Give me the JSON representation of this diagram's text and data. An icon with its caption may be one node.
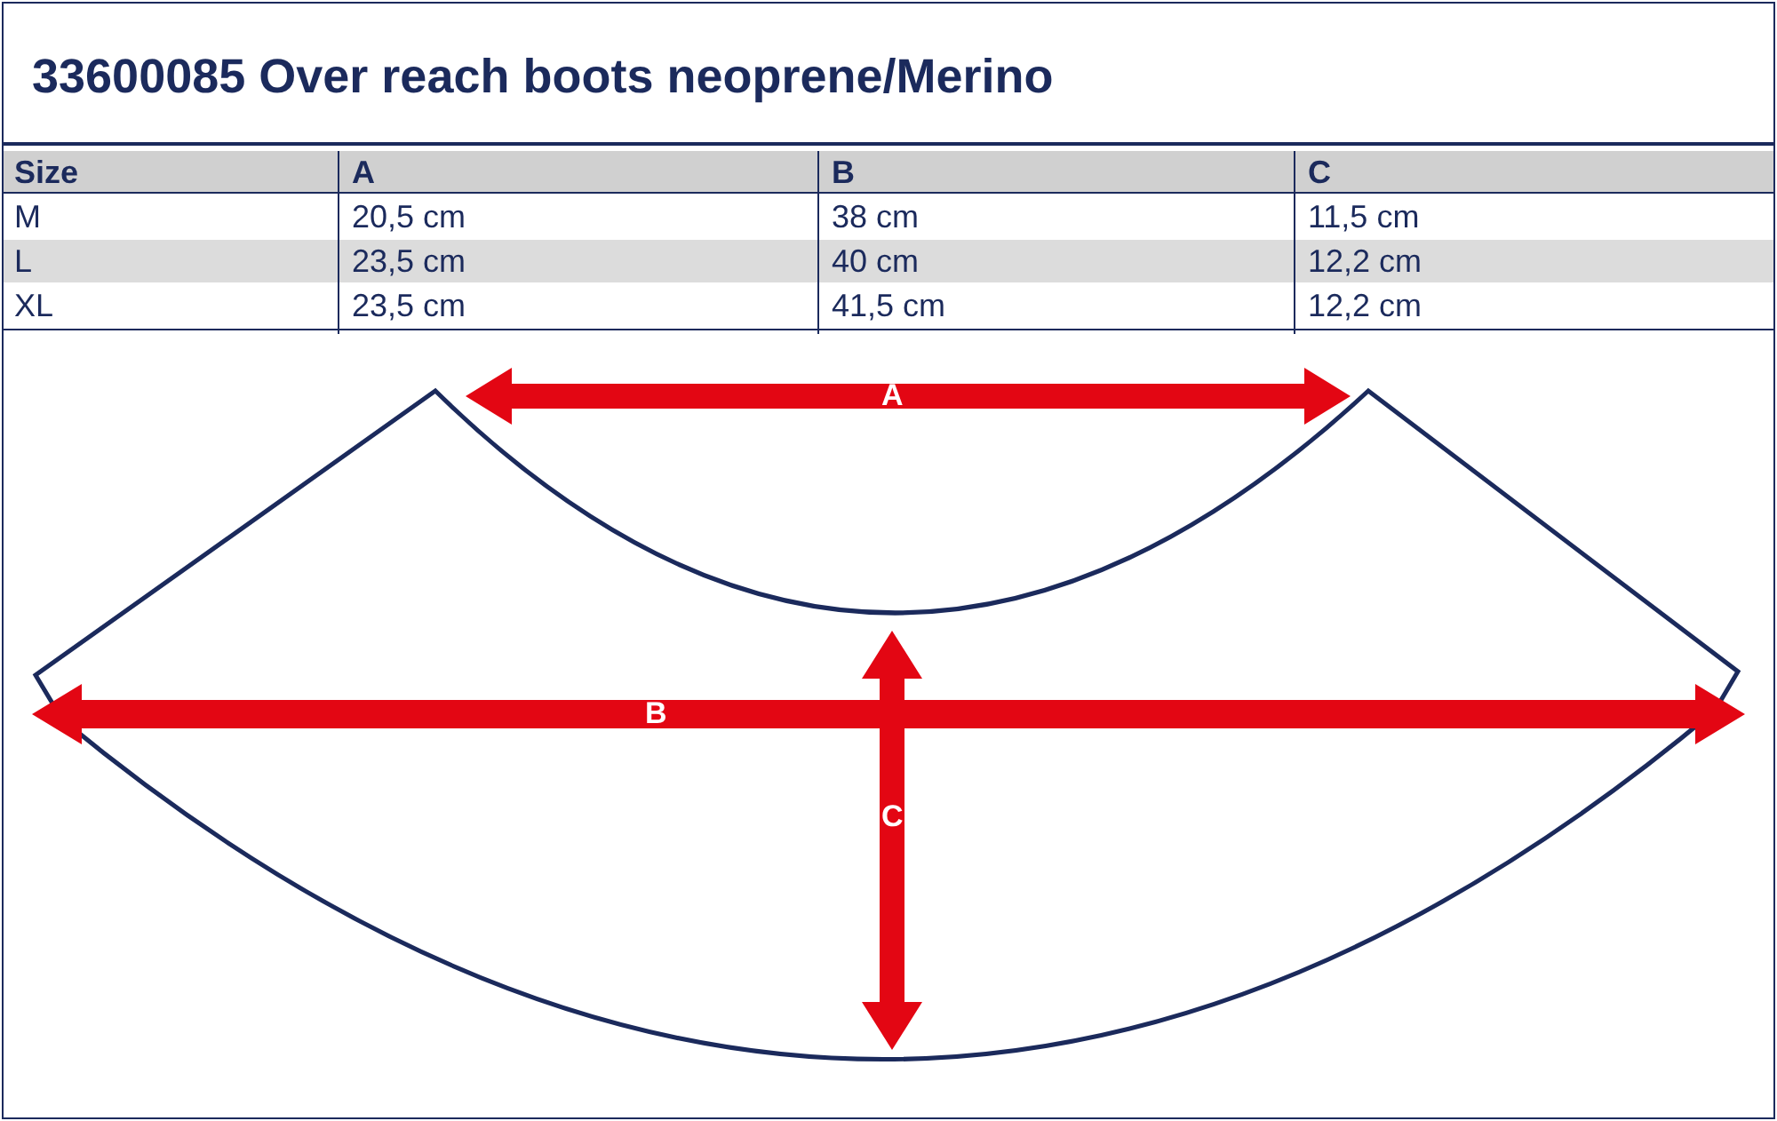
{
  "diagram": {
    "title": "33600085 Over reach boots neoprene/Merino",
    "labels": [
      "Size",
      "A",
      "B",
      "C",
      "M",
      "20,5 cm",
      "38 cm",
      "11,5 cm",
      "L",
      "23,5 cm",
      "40 cm",
      "12,2 cm",
      "XL",
      "23,5 cm",
      "41,5 cm",
      "12,2 cm",
      "A",
      "B",
      "C"
    ]
  }
}
